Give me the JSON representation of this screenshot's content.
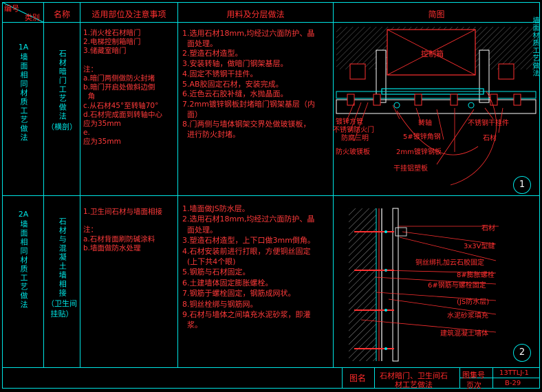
{
  "header": {
    "corner_top": "编号",
    "corner_bottom": "类别",
    "name": "名称",
    "scope": "适用部位及注意事项",
    "materials": "用料及分层做法",
    "diagram": "简图"
  },
  "rows": [
    {
      "code": "1A",
      "category": "墙面相同材质工艺做法",
      "name": "石材暗门工艺做法",
      "name_note": "（横剖）",
      "scope_lines": [
        "1.消火栓石材暗门",
        "2.电梯控制箱暗门",
        "3.储藏室暗门",
        "",
        "注：",
        "a.暗门两侧做防火封堵",
        "b.暗门开启处做斜边倒",
        "  角",
        "c.从石材45°至转轴70°",
        "d.石材完成面到转轴中心",
        "应为35mm",
        "e.",
        "应为35mm"
      ],
      "material_lines": [
        "1.选用石材18mm,均经过六面防护、晶",
        "  面处理。",
        "2.塑造石材造型。",
        "3.安装转轴，做暗门钢架基层。",
        "4.固定不锈钢干挂件。",
        "5.AB胶固定石材，安装完成。",
        "6.近色云石胶补缝，水抛晶面。",
        "7.2mm镀锌钢板封堵暗门钢架基层（内",
        "  面）",
        "8.门两侧与墙体钢架交界处做玻镁板，",
        "  进行防火封堵。"
      ],
      "diagram_labels": {
        "box": "控制箱",
        "left1": "镀锌方管",
        "left2": "不锈钢防火门",
        "left3": "防腐三明",
        "left4": "防火玻镁板",
        "zhuanzhou": "转轴",
        "jiaogang": "5#镀锌角钢",
        "gangban": "2mm镀锌钢板",
        "ganguajian": "不锈钢干挂件",
        "shicai": "石材",
        "lvsuban": "干挂铝塑板",
        "cut_edge": "墙面材质工艺做法"
      },
      "circle": "1"
    },
    {
      "code": "2A",
      "category": "墙面相同材质工艺做法",
      "name": "石材与混凝土墙相接",
      "name_note": "（卫生间挂贴）",
      "scope_lines": [
        "1.卫生间石材与墙面相接",
        "",
        "注：",
        "a.石材背面刷防碱涂料",
        "b.墙面做防水处理"
      ],
      "material_lines": [
        "1.墙面做JS防水层。",
        "2.选用石材18mm,均经过六面防护、晶",
        "  面处理。",
        "3.塑造石材造型，上下口做3mm倒角。",
        "4.石材安装前进行打眼，方便铜丝固定",
        "  (上下共4个眼)",
        "5.钢筋与石材固定。",
        "6.土建墙体固定膨胀螺栓。",
        "7.钢筋于螺栓固定，钢筋成网状。",
        "8.铜丝栓绑与钢筋网。",
        "9.石材与墙体之间填充水泥砂浆，即灌",
        "  浆。"
      ],
      "diagram_labels": {
        "shicai": "石材",
        "feng": "3x3V型缝",
        "tongsi": "铜丝绑扎加云石胶固定",
        "luoshuan": "8#膨胀螺栓",
        "gangjin": "6#钢筋与螺栓固定",
        "js": "(JS防水层)",
        "shajiang": "水泥砂浆填充",
        "qiangti": "建筑混凝土墙体"
      },
      "circle": "2"
    }
  ],
  "title_block": {
    "tuming_label": "图名",
    "tuming": "石材暗门、卫生间石材工艺做法",
    "tuming_line1": "石材暗门、卫生间石",
    "tuming_line2": "材工艺做法",
    "tujihao_label": "图集号",
    "tujihao": "13TTLJ-1",
    "yeci_label": "页次",
    "yeci": "B-29"
  },
  "colors": {
    "frame": "#00e5e5",
    "text_red": "#ff2a2a",
    "detail_white": "#ffffff",
    "bg": "#000000"
  }
}
